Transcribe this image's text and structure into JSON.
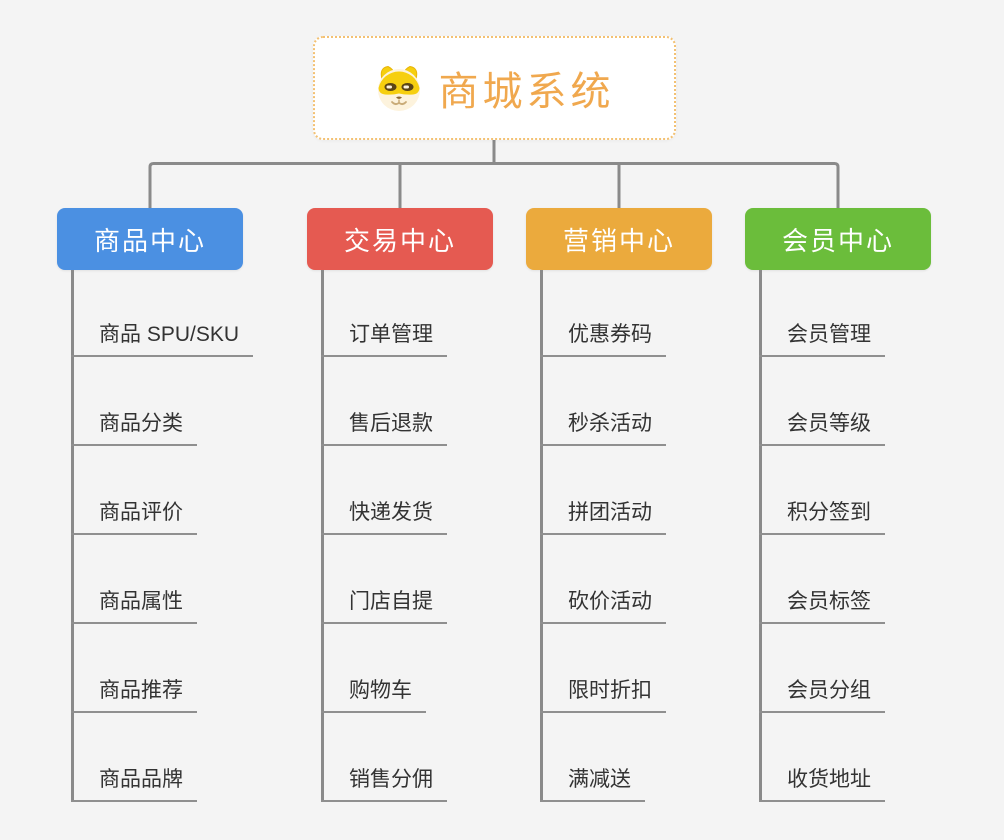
{
  "root": {
    "title": "商城系统",
    "icon": "dog-icon"
  },
  "branches": [
    {
      "label": "商品中心",
      "color": "#4b90e2",
      "items": [
        "商品 SPU/SKU",
        "商品分类",
        "商品评价",
        "商品属性",
        "商品推荐",
        "商品品牌"
      ]
    },
    {
      "label": "交易中心",
      "color": "#e55a51",
      "items": [
        "订单管理",
        "售后退款",
        "快递发货",
        "门店自提",
        "购物车",
        "销售分佣"
      ]
    },
    {
      "label": "营销中心",
      "color": "#ebaa3d",
      "items": [
        "优惠券码",
        "秒杀活动",
        "拼团活动",
        "砍价活动",
        "限时折扣",
        "满减送"
      ]
    },
    {
      "label": "会员中心",
      "color": "#6bbd3b",
      "items": [
        "会员管理",
        "会员等级",
        "积分签到",
        "会员标签",
        "会员分组",
        "收货地址"
      ]
    }
  ],
  "colors": {
    "background": "#f4f4f4",
    "connector_line": "#8a8a8a",
    "leaf_underline": "#8f8f8f",
    "leaf_text": "#333333",
    "root_text": "#f0a84e",
    "root_border": "#f3c173"
  }
}
